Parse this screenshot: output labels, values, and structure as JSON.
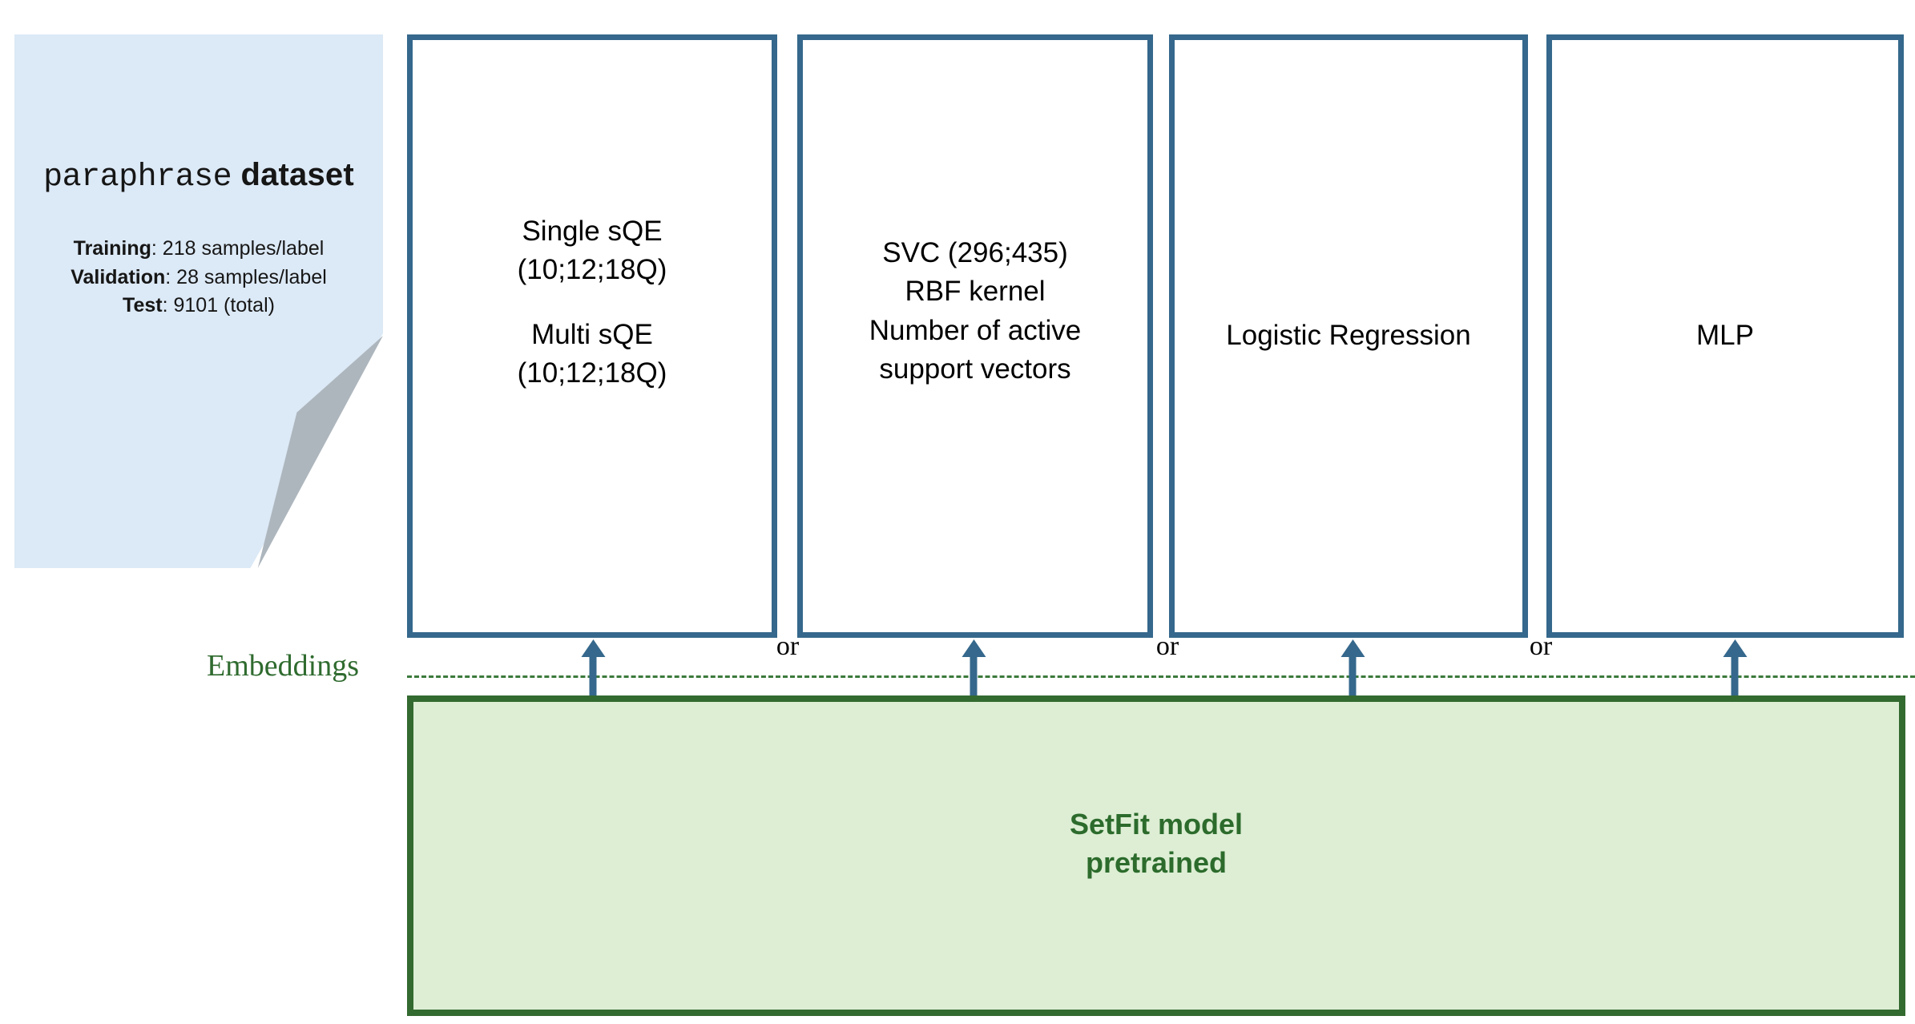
{
  "dataset_card": {
    "title_mono": "paraphrase",
    "title_bold": " dataset",
    "stats": [
      {
        "label": "Training",
        "value": ": 218 samples/label"
      },
      {
        "label": "Validation",
        "value": ": 28 samples/label"
      },
      {
        "label": "Test",
        "value": ": 9101 (total)"
      }
    ]
  },
  "classifiers": [
    {
      "name": "single-multi-sqe",
      "line1": "Single sQE",
      "line2": "(10;12;18Q)",
      "line3": "Multi sQE",
      "line4": "(10;12;18Q)"
    },
    {
      "name": "svc",
      "line1": "SVC (296;435)",
      "line2": "RBF kernel",
      "line3": "Number of active",
      "line4": "support vectors"
    },
    {
      "name": "logistic-regression",
      "line1": "Logistic Regression"
    },
    {
      "name": "mlp",
      "line1": "MLP"
    }
  ],
  "separators": {
    "or_1": "or",
    "or_2": "or",
    "or_3": "or"
  },
  "embeddings": {
    "label": "Embeddings"
  },
  "setfit": {
    "line1": "SetFit model",
    "line2": "pretrained"
  },
  "colors": {
    "box_border_blue": "#35688c",
    "card_blue": "#dce9f6",
    "fold_gray": "#adb6bd",
    "setfit_fill": "#ddeed4",
    "setfit_border": "#336a2f",
    "embeddings_green": "#2f6b2f",
    "dashed_green": "#3c7a3c"
  }
}
